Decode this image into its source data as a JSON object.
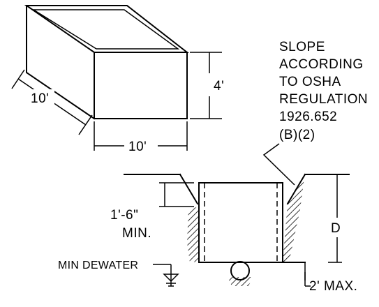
{
  "box": {
    "depth_label": "10'",
    "width_label": "10'",
    "height_label": "4'"
  },
  "note": {
    "lines": [
      "SLOPE",
      "ACCORDING",
      "TO OSHA",
      "REGULATION",
      "1926.652",
      "(B)(2)"
    ]
  },
  "section": {
    "offset_label": "1'-6\"",
    "offset_sub": "MIN.",
    "depth_label": "D",
    "dewater_label": "MIN DEWATER",
    "max_label": "2' MAX."
  }
}
